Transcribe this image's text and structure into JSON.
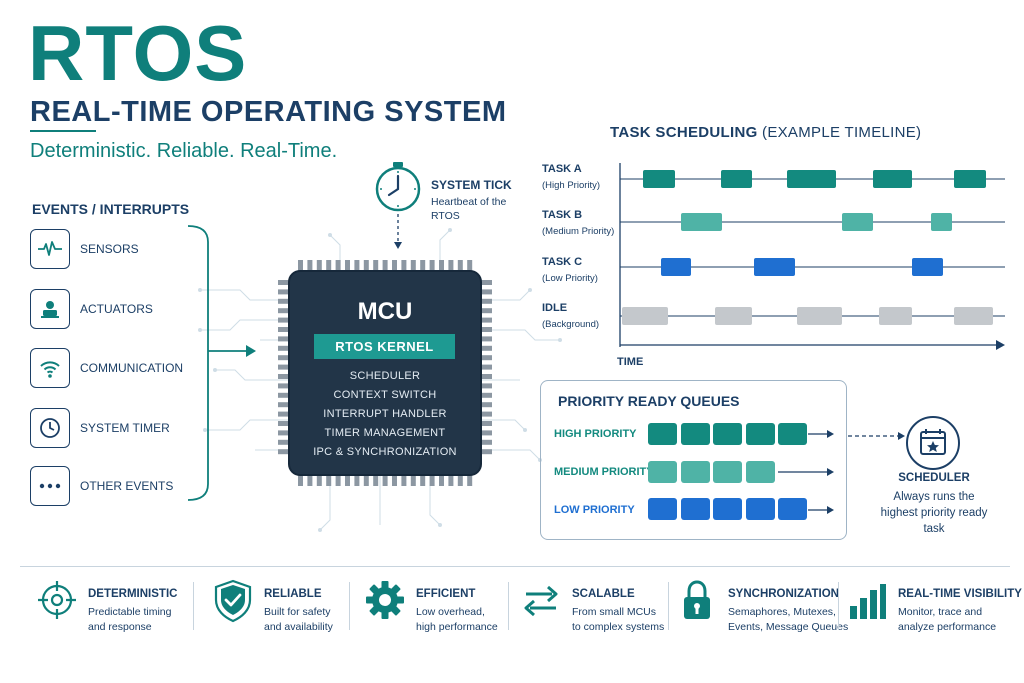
{
  "header": {
    "title": "RTOS",
    "subtitle": "REAL-TIME OPERATING SYSTEM",
    "tagline": "Deterministic. Reliable. Real-Time."
  },
  "events": {
    "title": "EVENTS / INTERRUPTS",
    "items": [
      {
        "label": "SENSORS",
        "icon": "pulse-icon"
      },
      {
        "label": "ACTUATORS",
        "icon": "actuator-icon"
      },
      {
        "label": "COMMUNICATION",
        "icon": "wifi-icon"
      },
      {
        "label": "SYSTEM TIMER",
        "icon": "clock-icon"
      },
      {
        "label": "OTHER EVENTS",
        "icon": "more-icon"
      }
    ]
  },
  "system_tick": {
    "label": "SYSTEM TICK",
    "description": "Heartbeat of the RTOS"
  },
  "mcu": {
    "title": "MCU",
    "kernel": "RTOS KERNEL",
    "functions": [
      "SCHEDULER",
      "CONTEXT SWITCH",
      "INTERRUPT HANDLER",
      "TIMER MANAGEMENT",
      "IPC & SYNCHRONIZATION"
    ]
  },
  "timeline": {
    "title_bold": "TASK SCHEDULING",
    "title_rest": " (EXAMPLE TIMELINE)",
    "axis_label": "TIME",
    "tasks": [
      {
        "name": "TASK A",
        "priority": "(High Priority)"
      },
      {
        "name": "TASK B",
        "priority": "(Medium Priority)"
      },
      {
        "name": "TASK C",
        "priority": "(Low Priority)"
      },
      {
        "name": "IDLE",
        "priority": "(Background)"
      }
    ]
  },
  "queues": {
    "title": "PRIORITY READY QUEUES",
    "rows": [
      {
        "label": "HIGH PRIORITY",
        "count": 5
      },
      {
        "label": "MEDIUM PRIORITY",
        "count": 4
      },
      {
        "label": "LOW PRIORITY",
        "count": 5
      }
    ]
  },
  "scheduler": {
    "label": "SCHEDULER",
    "description": "Always runs the highest priority ready task"
  },
  "features": [
    {
      "title": "DETERMINISTIC",
      "desc1": "Predictable timing",
      "desc2": "and response",
      "icon": "target-icon"
    },
    {
      "title": "RELIABLE",
      "desc1": "Built for safety",
      "desc2": "and availability",
      "icon": "shield-check-icon"
    },
    {
      "title": "EFFICIENT",
      "desc1": "Low overhead,",
      "desc2": "high performance",
      "icon": "gear-icon"
    },
    {
      "title": "SCALABLE",
      "desc1": "From small MCUs",
      "desc2": "to complex systems",
      "icon": "swap-arrows-icon"
    },
    {
      "title": "SYNCHRONIZATION",
      "desc1": "Semaphores, Mutexes,",
      "desc2": "Events, Message Queues",
      "icon": "lock-icon"
    },
    {
      "title": "REAL-TIME VISIBILITY",
      "desc1": "Monitor, trace and",
      "desc2": "analyze performance",
      "icon": "bar-chart-icon"
    }
  ],
  "colors": {
    "teal": "#0f7f7b",
    "navy": "#1c3f66",
    "task_high": "#138a7f",
    "task_medium": "#4fb3a6",
    "task_low": "#1f6fd1",
    "idle": "#c4c8cc",
    "mcu_body": "#223548"
  }
}
